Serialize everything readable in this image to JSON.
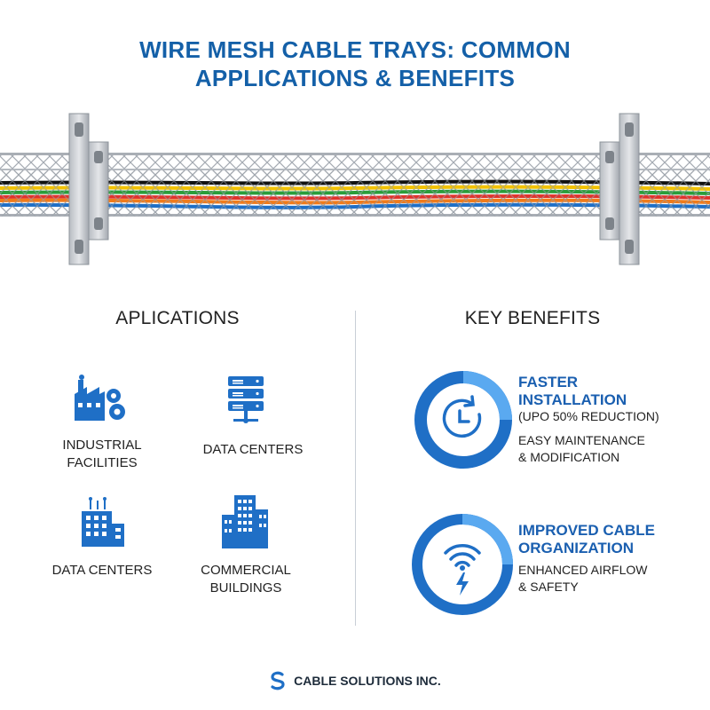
{
  "title": {
    "line1": "WIRE MESH CABLE TRAYS: COMMON",
    "line2": "APPLICATIONS & BENEFITS"
  },
  "applications": {
    "heading": "APLICATIONS",
    "items": [
      {
        "label_lines": [
          "INDUSTRIAL",
          "FACILITIES"
        ],
        "icon": "factory-gears-icon"
      },
      {
        "label_lines": [
          "DATA CENTERS"
        ],
        "icon": "server-rack-icon"
      },
      {
        "label_lines": [
          "DATA CENTERS"
        ],
        "icon": "office-buildings-icon"
      },
      {
        "label_lines": [
          "COMMERCIAL",
          "BUILDINGS"
        ],
        "icon": "skyscraper-icon"
      }
    ]
  },
  "benefits": {
    "heading": "KEY BENEFITS",
    "items": [
      {
        "title_lines": [
          "FASTER",
          "INSTALLATION"
        ],
        "subtitle": "(UPO 50% REDUCTION)",
        "detail_lines": [
          "EASY MAINTENANCE",
          "& MODIFICATION"
        ],
        "icon": "clock-refresh-icon"
      },
      {
        "title_lines": [
          "IMPROVED CABLE",
          "ORGANIZATION"
        ],
        "detail_lines": [
          "ENHANCED AIRFLOW",
          "& SAFETY"
        ],
        "icon": "wifi-bolt-icon"
      }
    ]
  },
  "footer": {
    "brand": "CABLE SOLUTIONS INC.",
    "logo_icon": "s-logo-icon"
  },
  "colors": {
    "primary_blue": "#1460a8",
    "icon_blue": "#1f6fc6",
    "text": "#222222",
    "cables": [
      "#111111",
      "#f2c200",
      "#2a9d3a",
      "#e0332b",
      "#1f6fc6",
      "#f07b1b"
    ]
  }
}
